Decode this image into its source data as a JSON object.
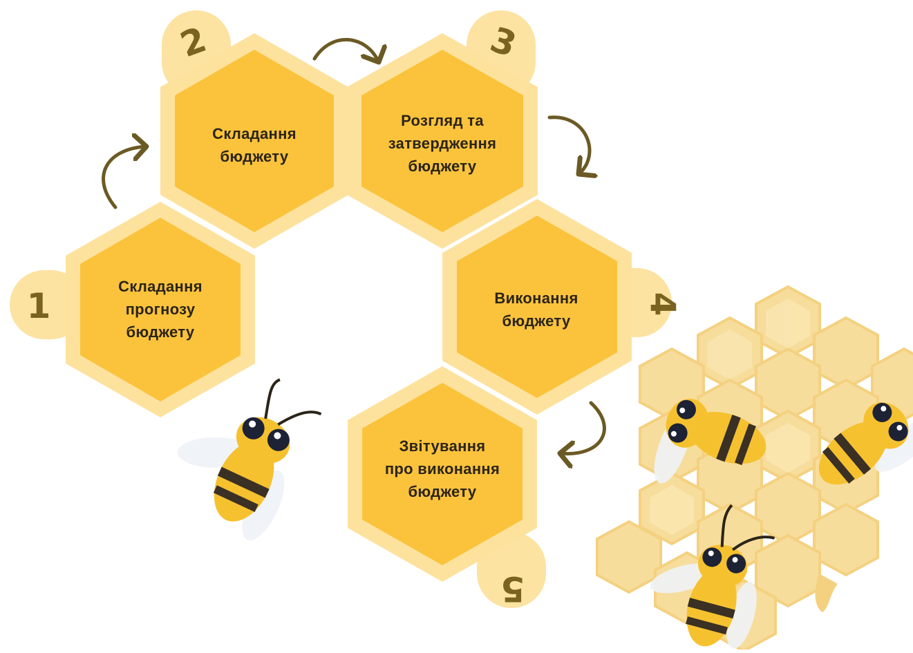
{
  "steps": [
    {
      "number": "1",
      "label": "Складання\nпрогнозу\nбюджету"
    },
    {
      "number": "2",
      "label": "Складання\nбюджету"
    },
    {
      "number": "3",
      "label": "Розгляд та\nзатвердження\nбюджету"
    },
    {
      "number": "4",
      "label": "Виконання\nбюджету"
    },
    {
      "number": "5",
      "label": "Звітування\nпро виконання\nбюджету"
    }
  ],
  "colors": {
    "hex_fill": "#fbc33c",
    "hex_frame": "#fde29e",
    "tab": "#fde3a2",
    "number": "#7a6320",
    "arrow": "#6b5a24",
    "honeycomb": "#f7dc97",
    "bee_body": "#f6c12f",
    "bee_stripe": "#3a3024"
  }
}
